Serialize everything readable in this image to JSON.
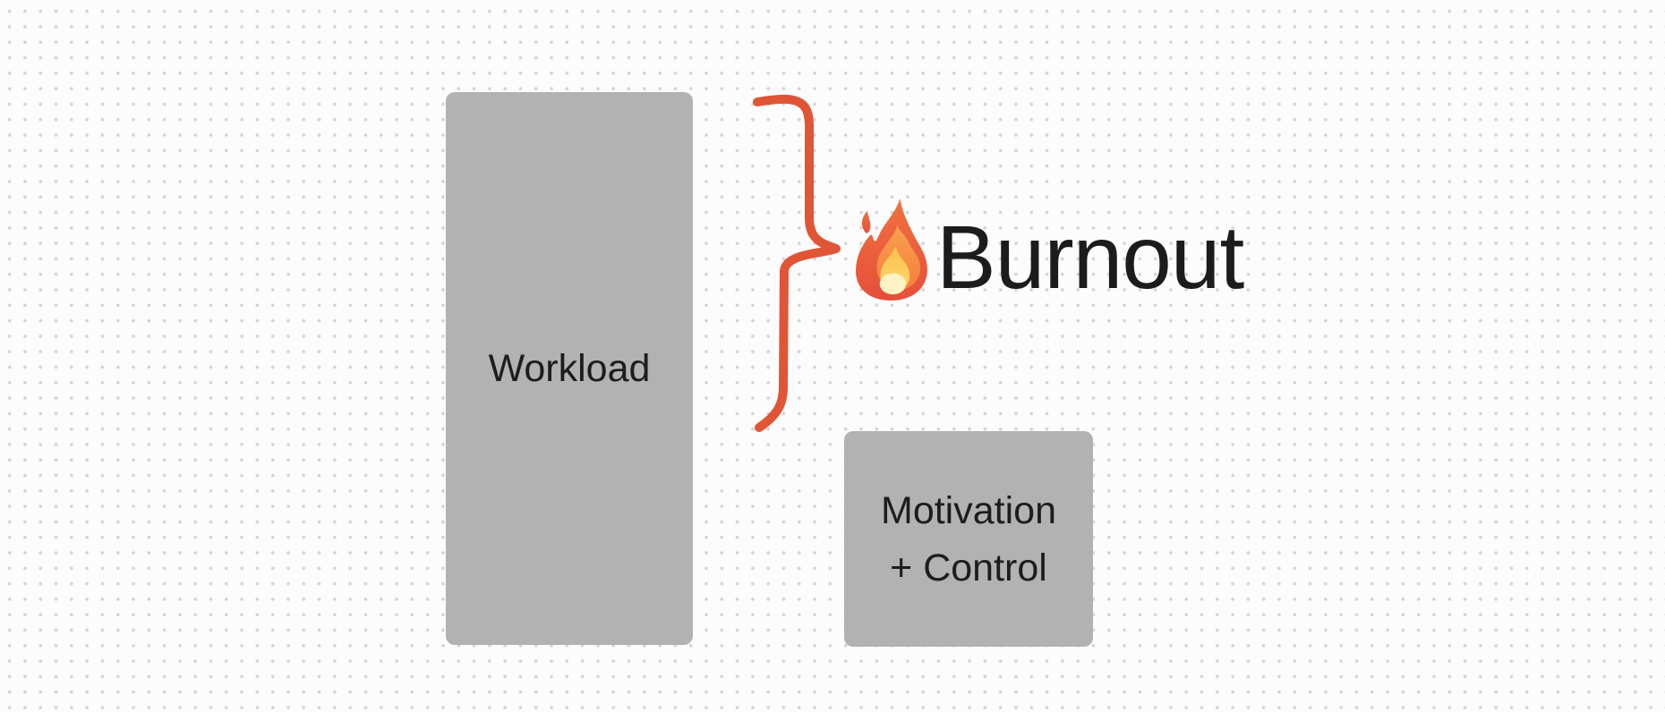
{
  "canvas": {
    "background_color": "#fcfcfc",
    "dot_color": "#d2d2d4"
  },
  "shapes": {
    "workload_box": {
      "label": "Workload",
      "fill_color": "#b2b2b3",
      "text_color": "#1d1d1f"
    },
    "motivation_box": {
      "line1": "Motivation",
      "line2": "+ Control",
      "fill_color": "#b2b2b3",
      "text_color": "#1d1d1f"
    },
    "brace": {
      "color": "#e05536"
    },
    "burnout_label": {
      "icon": "fire-icon",
      "text": "Burnout",
      "text_color": "#1c1c1e"
    }
  }
}
